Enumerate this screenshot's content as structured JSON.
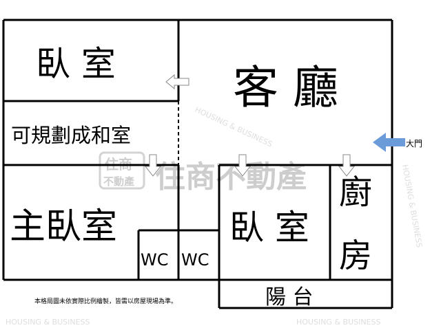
{
  "rooms": {
    "bedroom_top": "臥 室",
    "living_room": "客 廳",
    "planned_japanese_room": "可規劃成和室",
    "master_bedroom": "主臥室",
    "wc1": "WC",
    "wc2": "WC",
    "bedroom_2": "臥 室",
    "kitchen_1": "廚",
    "kitchen_2": "房",
    "balcony": "陽 台"
  },
  "entrance_label": "大門",
  "note": "本格局圖未依實際比例繪製，皆需以房屋現場為準。",
  "watermark": {
    "brand": "住商不動產",
    "logo_top": "住商",
    "logo_bottom": "不動產",
    "english": "HOUSING & BUSINESS"
  },
  "colors": {
    "walls": "#000000",
    "entrance_arrow": "#6b9bd8",
    "watermark": "#bdbdbd"
  }
}
